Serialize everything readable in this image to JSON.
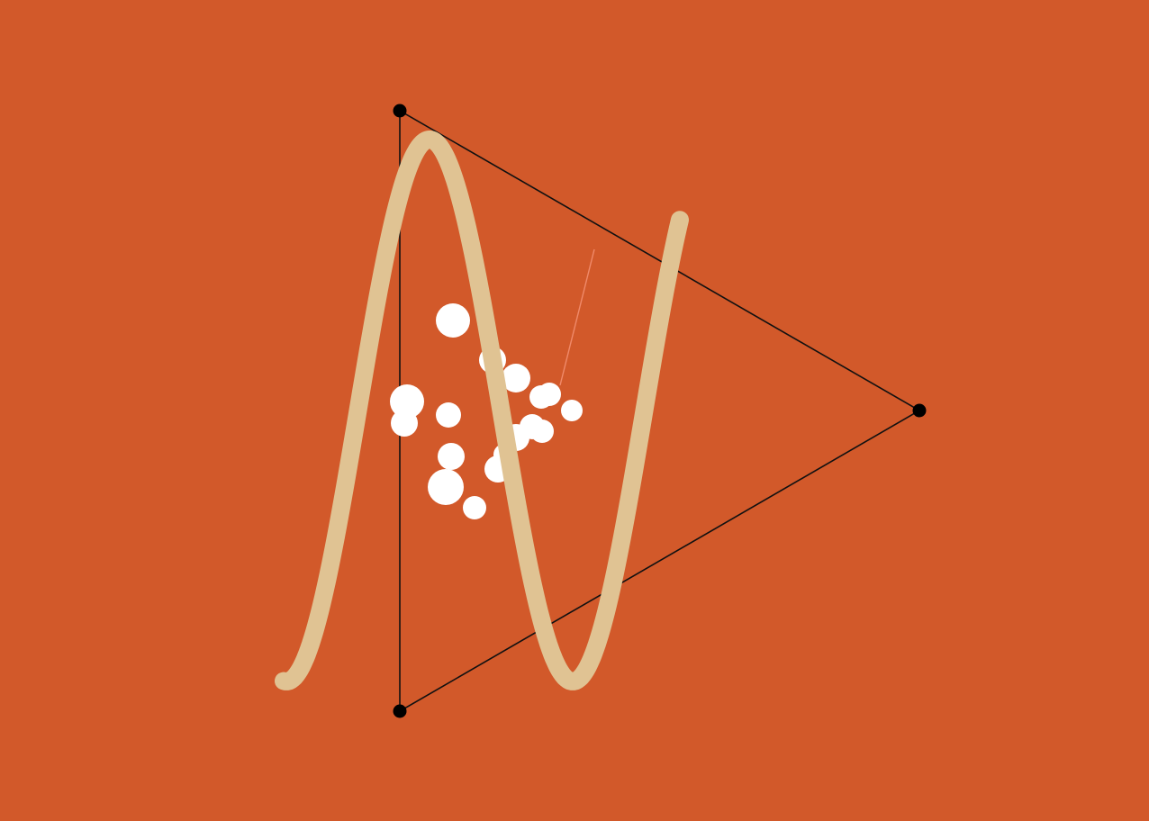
{
  "colors": {
    "background": "#d2592a",
    "triangle_stroke": "#111111",
    "vertex_fill": "#000000",
    "wave_stroke": "#e0c393",
    "dot_fill": "#ffffff",
    "thin_line": "#f08a6a"
  },
  "elements": {
    "triangle": "triangle-outline",
    "vertices": 3,
    "wave": "sine-wave-stroke",
    "dots": 17,
    "accent": "thin-pink-line"
  }
}
